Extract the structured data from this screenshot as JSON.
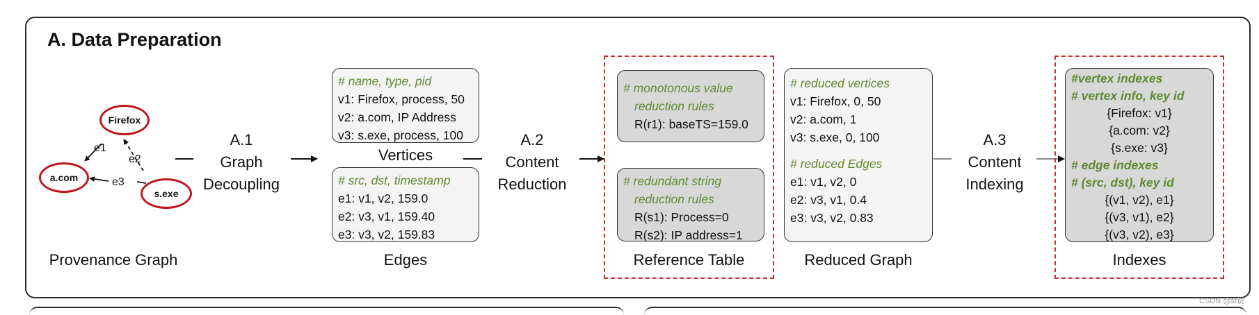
{
  "title": "A. Data Preparation",
  "provenance": {
    "nodes": {
      "firefox": "Firefox",
      "acom": "a.com",
      "sexe": "s.exe"
    },
    "edges": {
      "e1": "e1",
      "e2": "e2",
      "e3": "e3"
    },
    "caption": "Provenance Graph"
  },
  "steps": {
    "a1": [
      "A.1",
      "Graph",
      "Decoupling"
    ],
    "a2": [
      "A.2",
      "Content",
      "Reduction"
    ],
    "a3": [
      "A.3",
      "Content",
      "Indexing"
    ]
  },
  "vertices": {
    "comment": "# name, type, pid",
    "rows": [
      "v1: Firefox, process, 50",
      "v2: a.com, IP Address",
      "v3: s.exe, process, 100"
    ],
    "caption": "Vertices"
  },
  "edges": {
    "comment": "# src, dst, timestamp",
    "rows": [
      "e1: v1, v2, 159.0",
      "e2: v3, v1, 159.40",
      "e3: v3, v2, 159.83"
    ],
    "caption": "Edges"
  },
  "reference_table": {
    "box1": {
      "comment": [
        "# monotonous value",
        "reduction rules"
      ],
      "rows": [
        "R(r1): baseTS=159.0"
      ]
    },
    "box2": {
      "comment": [
        "# redundant string",
        "reduction rules"
      ],
      "rows": [
        "R(s1): Process=0",
        "R(s2): IP address=1"
      ]
    },
    "caption": "Reference Table"
  },
  "reduced_graph": {
    "comment_vertices": "# reduced vertices",
    "vertices": [
      "v1: Firefox, 0, 50",
      "v2: a.com, 1",
      "v3: s.exe, 0, 100"
    ],
    "comment_edges": "# reduced Edges",
    "edges": [
      "e1: v1, v2, 0",
      "e2: v3, v1, 0.4",
      "e3: v3, v2, 0.83"
    ],
    "caption": "Reduced Graph"
  },
  "indexes": {
    "comment1": "#vertex indexes",
    "comment2": "# vertex info, key id",
    "vertex_rows": [
      "{Firefox: v1}",
      "{a.com: v2}",
      "{s.exe: v3}"
    ],
    "comment3": "# edge indexes",
    "comment4": "# (src, dst), key id",
    "edge_rows": [
      "{(v1, v2), e1}",
      "{(v3, v1), e2}",
      "{(v3, v2), e3}"
    ],
    "caption": "Indexes"
  },
  "watermark": "CSDN @st说"
}
